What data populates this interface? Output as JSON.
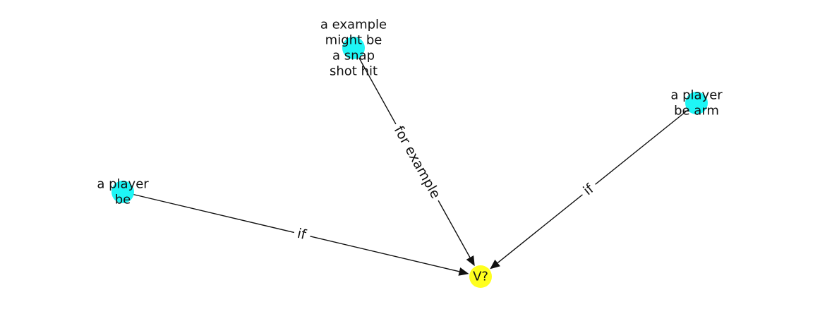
{
  "diagram": {
    "nodes": [
      {
        "id": "n_player_be",
        "lines": [
          "a player",
          "be"
        ],
        "color": "#1ef6f6"
      },
      {
        "id": "n_example",
        "lines": [
          "a example",
          "might be",
          "a snap",
          "shot hit"
        ],
        "color": "#1ef6f6"
      },
      {
        "id": "n_player_arm",
        "lines": [
          "a player",
          "be arm"
        ],
        "color": "#1ef6f6"
      },
      {
        "id": "n_v",
        "lines": [
          "V?"
        ],
        "color": "#ffff1e"
      }
    ],
    "edges": [
      {
        "from": "n_player_be",
        "to": "n_v",
        "label": "if"
      },
      {
        "from": "n_example",
        "to": "n_v",
        "label": "for example"
      },
      {
        "from": "n_player_arm",
        "to": "n_v",
        "label": "if"
      }
    ]
  }
}
